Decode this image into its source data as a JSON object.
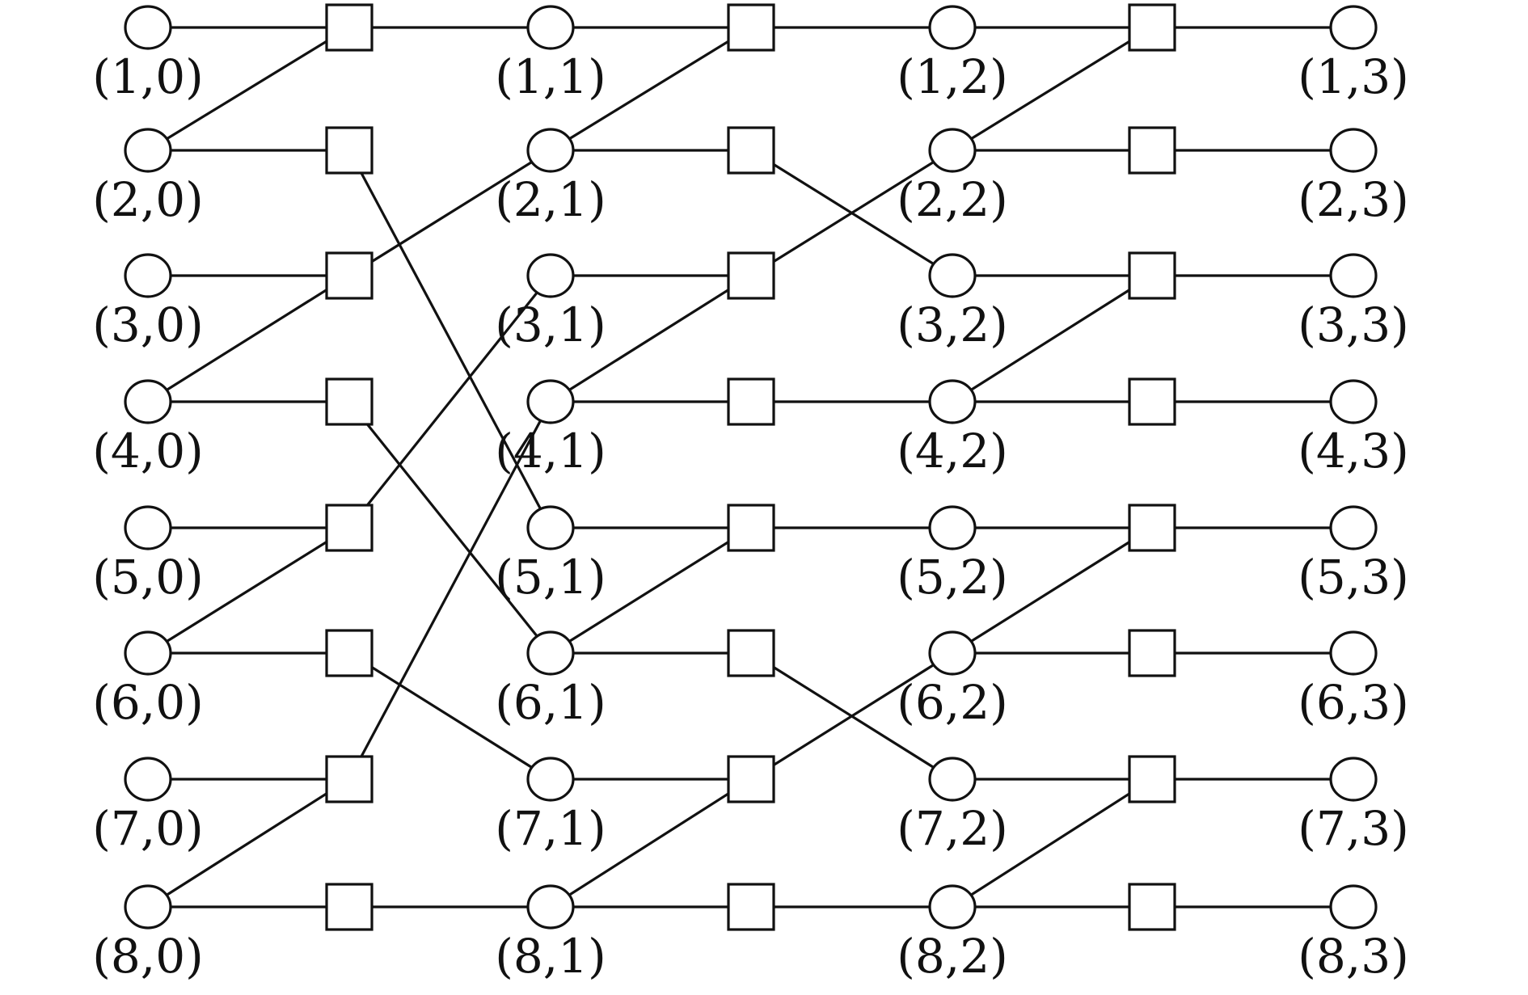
{
  "diagram": {
    "variable_nodes": [
      {
        "row": 1,
        "col": 0,
        "label": "(1,0)"
      },
      {
        "row": 2,
        "col": 0,
        "label": "(2,0)"
      },
      {
        "row": 3,
        "col": 0,
        "label": "(3,0)"
      },
      {
        "row": 4,
        "col": 0,
        "label": "(4,0)"
      },
      {
        "row": 5,
        "col": 0,
        "label": "(5,0)"
      },
      {
        "row": 6,
        "col": 0,
        "label": "(6,0)"
      },
      {
        "row": 7,
        "col": 0,
        "label": "(7,0)"
      },
      {
        "row": 8,
        "col": 0,
        "label": "(8,0)"
      },
      {
        "row": 1,
        "col": 1,
        "label": "(1,1)"
      },
      {
        "row": 2,
        "col": 1,
        "label": "(2,1)"
      },
      {
        "row": 3,
        "col": 1,
        "label": "(3,1)"
      },
      {
        "row": 4,
        "col": 1,
        "label": "(4,1)"
      },
      {
        "row": 5,
        "col": 1,
        "label": "(5,1)"
      },
      {
        "row": 6,
        "col": 1,
        "label": "(6,1)"
      },
      {
        "row": 7,
        "col": 1,
        "label": "(7,1)"
      },
      {
        "row": 8,
        "col": 1,
        "label": "(8,1)"
      },
      {
        "row": 1,
        "col": 2,
        "label": "(1,2)"
      },
      {
        "row": 2,
        "col": 2,
        "label": "(2,2)"
      },
      {
        "row": 3,
        "col": 2,
        "label": "(3,2)"
      },
      {
        "row": 4,
        "col": 2,
        "label": "(4,2)"
      },
      {
        "row": 5,
        "col": 2,
        "label": "(5,2)"
      },
      {
        "row": 6,
        "col": 2,
        "label": "(6,2)"
      },
      {
        "row": 7,
        "col": 2,
        "label": "(7,2)"
      },
      {
        "row": 8,
        "col": 2,
        "label": "(8,2)"
      },
      {
        "row": 1,
        "col": 3,
        "label": "(1,3)"
      },
      {
        "row": 2,
        "col": 3,
        "label": "(2,3)"
      },
      {
        "row": 3,
        "col": 3,
        "label": "(3,3)"
      },
      {
        "row": 4,
        "col": 3,
        "label": "(4,3)"
      },
      {
        "row": 5,
        "col": 3,
        "label": "(5,3)"
      },
      {
        "row": 6,
        "col": 3,
        "label": "(6,3)"
      },
      {
        "row": 7,
        "col": 3,
        "label": "(7,3)"
      },
      {
        "row": 8,
        "col": 3,
        "label": "(8,3)"
      }
    ],
    "check_stages": [
      {
        "pairs": [
          [
            1,
            2
          ],
          [
            3,
            4
          ],
          [
            5,
            6
          ],
          [
            7,
            8
          ]
        ],
        "permutation": [
          1,
          5,
          2,
          6,
          3,
          7,
          4,
          8
        ]
      },
      {
        "pairs": [
          [
            1,
            2
          ],
          [
            3,
            4
          ],
          [
            5,
            6
          ],
          [
            7,
            8
          ]
        ],
        "permutation": [
          1,
          3,
          2,
          4,
          5,
          7,
          6,
          8
        ]
      },
      {
        "pairs": [
          [
            1,
            2
          ],
          [
            3,
            4
          ],
          [
            5,
            6
          ],
          [
            7,
            8
          ]
        ],
        "permutation": [
          1,
          2,
          3,
          4,
          5,
          6,
          7,
          8
        ]
      }
    ]
  }
}
